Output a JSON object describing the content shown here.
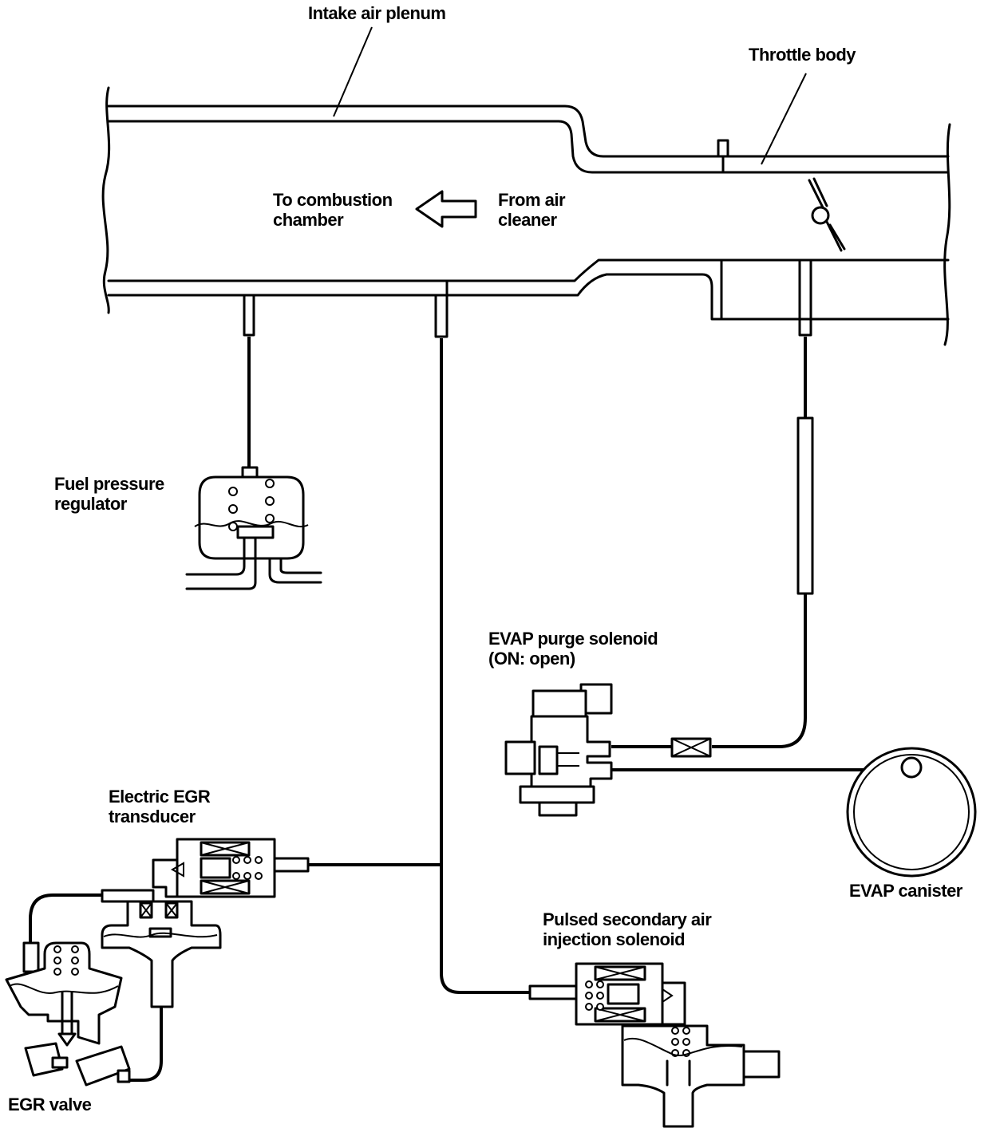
{
  "labels": {
    "intake_air_plenum": "Intake air plenum",
    "throttle_body": "Throttle body",
    "to_combustion_chamber": [
      "To combustion",
      "chamber"
    ],
    "from_air_cleaner": [
      "From air",
      "cleaner"
    ],
    "fuel_pressure_regulator": [
      "Fuel pressure",
      "regulator"
    ],
    "evap_purge_solenoid": [
      "EVAP purge solenoid",
      "(ON: open)"
    ],
    "evap_canister": "EVAP canister",
    "electric_egr_transducer": [
      "Electric EGR",
      "transducer"
    ],
    "pulsed_secondary_air_injection_solenoid": [
      "Pulsed secondary air",
      "injection solenoid"
    ],
    "egr_valve": "EGR valve"
  },
  "colors": {
    "line": "#000000",
    "background": "#ffffff"
  }
}
